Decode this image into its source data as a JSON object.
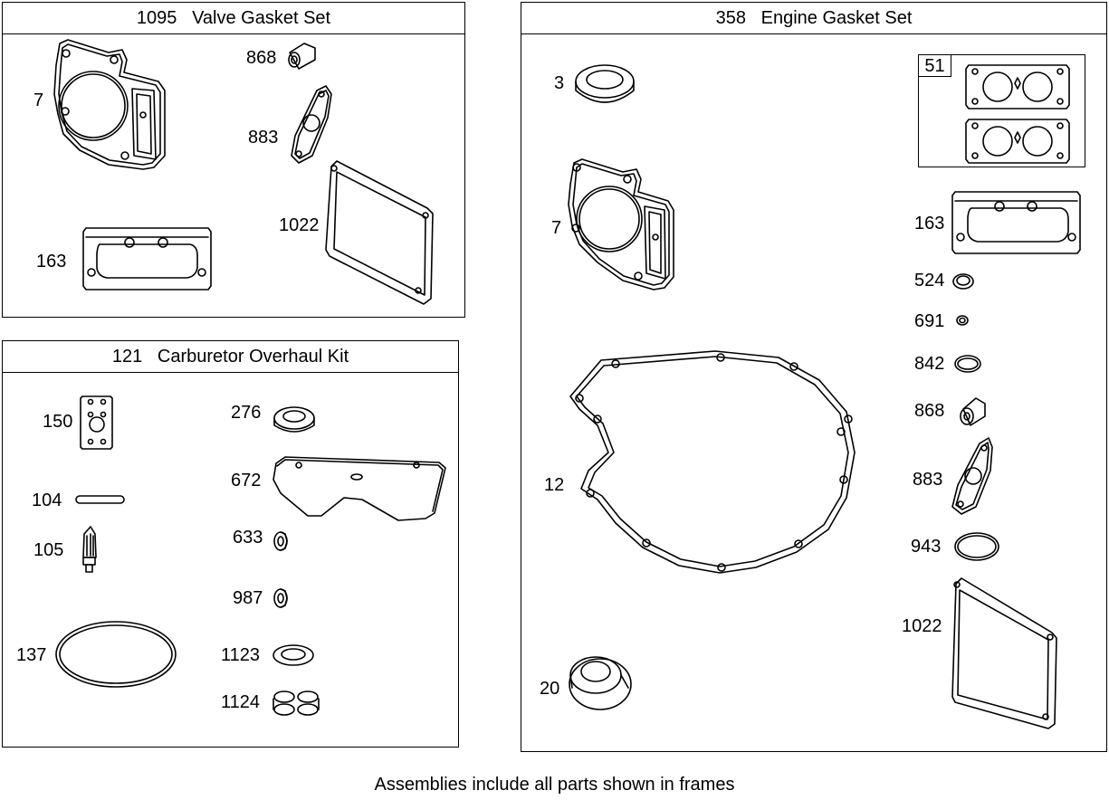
{
  "frames": {
    "valve": {
      "number": "1095",
      "name": "Valve Gasket Set"
    },
    "carb": {
      "number": "121",
      "name": "Carburetor Overhaul Kit"
    },
    "engine": {
      "number": "358",
      "name": "Engine Gasket Set"
    }
  },
  "parts": {
    "valve": [
      "7",
      "868",
      "883",
      "1022",
      "163"
    ],
    "carb": [
      "150",
      "276",
      "672",
      "104",
      "105",
      "633",
      "987",
      "137",
      "1123",
      "1124"
    ],
    "engine": [
      "3",
      "51",
      "7",
      "163",
      "524",
      "691",
      "842",
      "868",
      "12",
      "883",
      "943",
      "1022",
      "20"
    ]
  },
  "footer": "Assemblies include all parts shown in frames"
}
